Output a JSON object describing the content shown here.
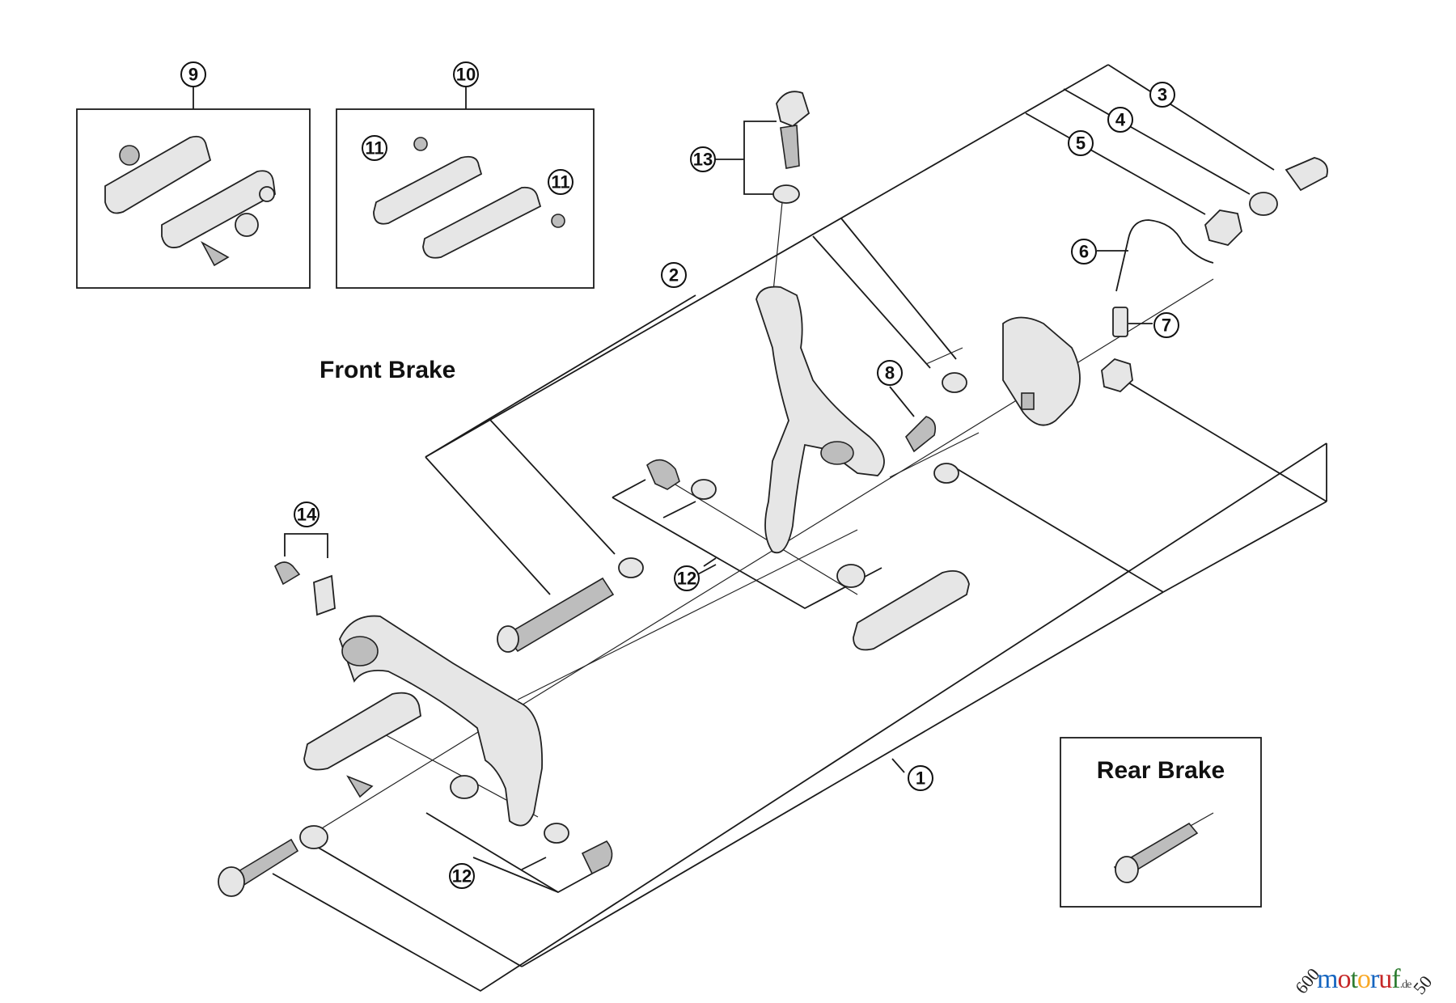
{
  "labels": {
    "front_brake": "Front Brake",
    "rear_brake": "Rear Brake"
  },
  "callouts": {
    "c1": "1",
    "c2": "2",
    "c3": "3",
    "c4": "4",
    "c5": "5",
    "c6": "6",
    "c7": "7",
    "c8": "8",
    "c9": "9",
    "c10": "10",
    "c11a": "11",
    "c11b": "11",
    "c12a": "12",
    "c12b": "12",
    "c13": "13",
    "c14": "14"
  },
  "logo": {
    "m": "m",
    "o1": "o",
    "t": "t",
    "o2": "o",
    "r": "r",
    "u": "u",
    "f": "f",
    "tld": ".de"
  },
  "logo_colors": {
    "m": "#1565c0",
    "o1": "#c62828",
    "t": "#2e7d32",
    "o2": "#f9a825",
    "r": "#1565c0",
    "u": "#c62828",
    "f": "#2e7d32"
  },
  "watermark_fragments": [
    "600",
    "50"
  ]
}
